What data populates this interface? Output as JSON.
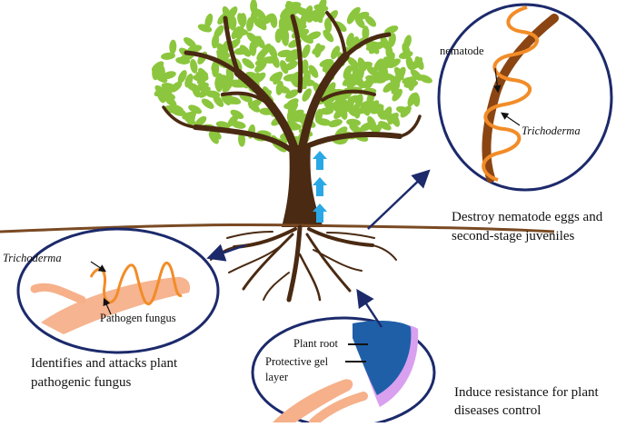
{
  "insets": {
    "nematode": {
      "nematode_label": "nematode",
      "trichoderma_label": "Trichoderma",
      "caption_line1": "Destroy nematode eggs and",
      "caption_line2": "second-stage juveniles"
    },
    "fungus": {
      "trichoderma_label": "Trichoderma",
      "pathogen_label": "Pathogen fungus",
      "caption_line1": "Identifies and attacks plant",
      "caption_line2": "pathogenic fungus"
    },
    "root": {
      "plant_root_label": "Plant root",
      "gel_label_line1": "Protective gel",
      "gel_label_line2": "layer",
      "caption_line1": "Induce resistance for plant",
      "caption_line2": "diseases control"
    }
  },
  "colors": {
    "leaf": "#8cc63e",
    "trunk": "#4a2a12",
    "soil": "#7a4a23",
    "ellipse": "#1c2a6b",
    "spiral": "#f28c28",
    "fungus": "#f6b08a",
    "arrow": "#2aa8e6",
    "root_blue": "#1f5fa8",
    "gel": "#d9a0f0"
  }
}
